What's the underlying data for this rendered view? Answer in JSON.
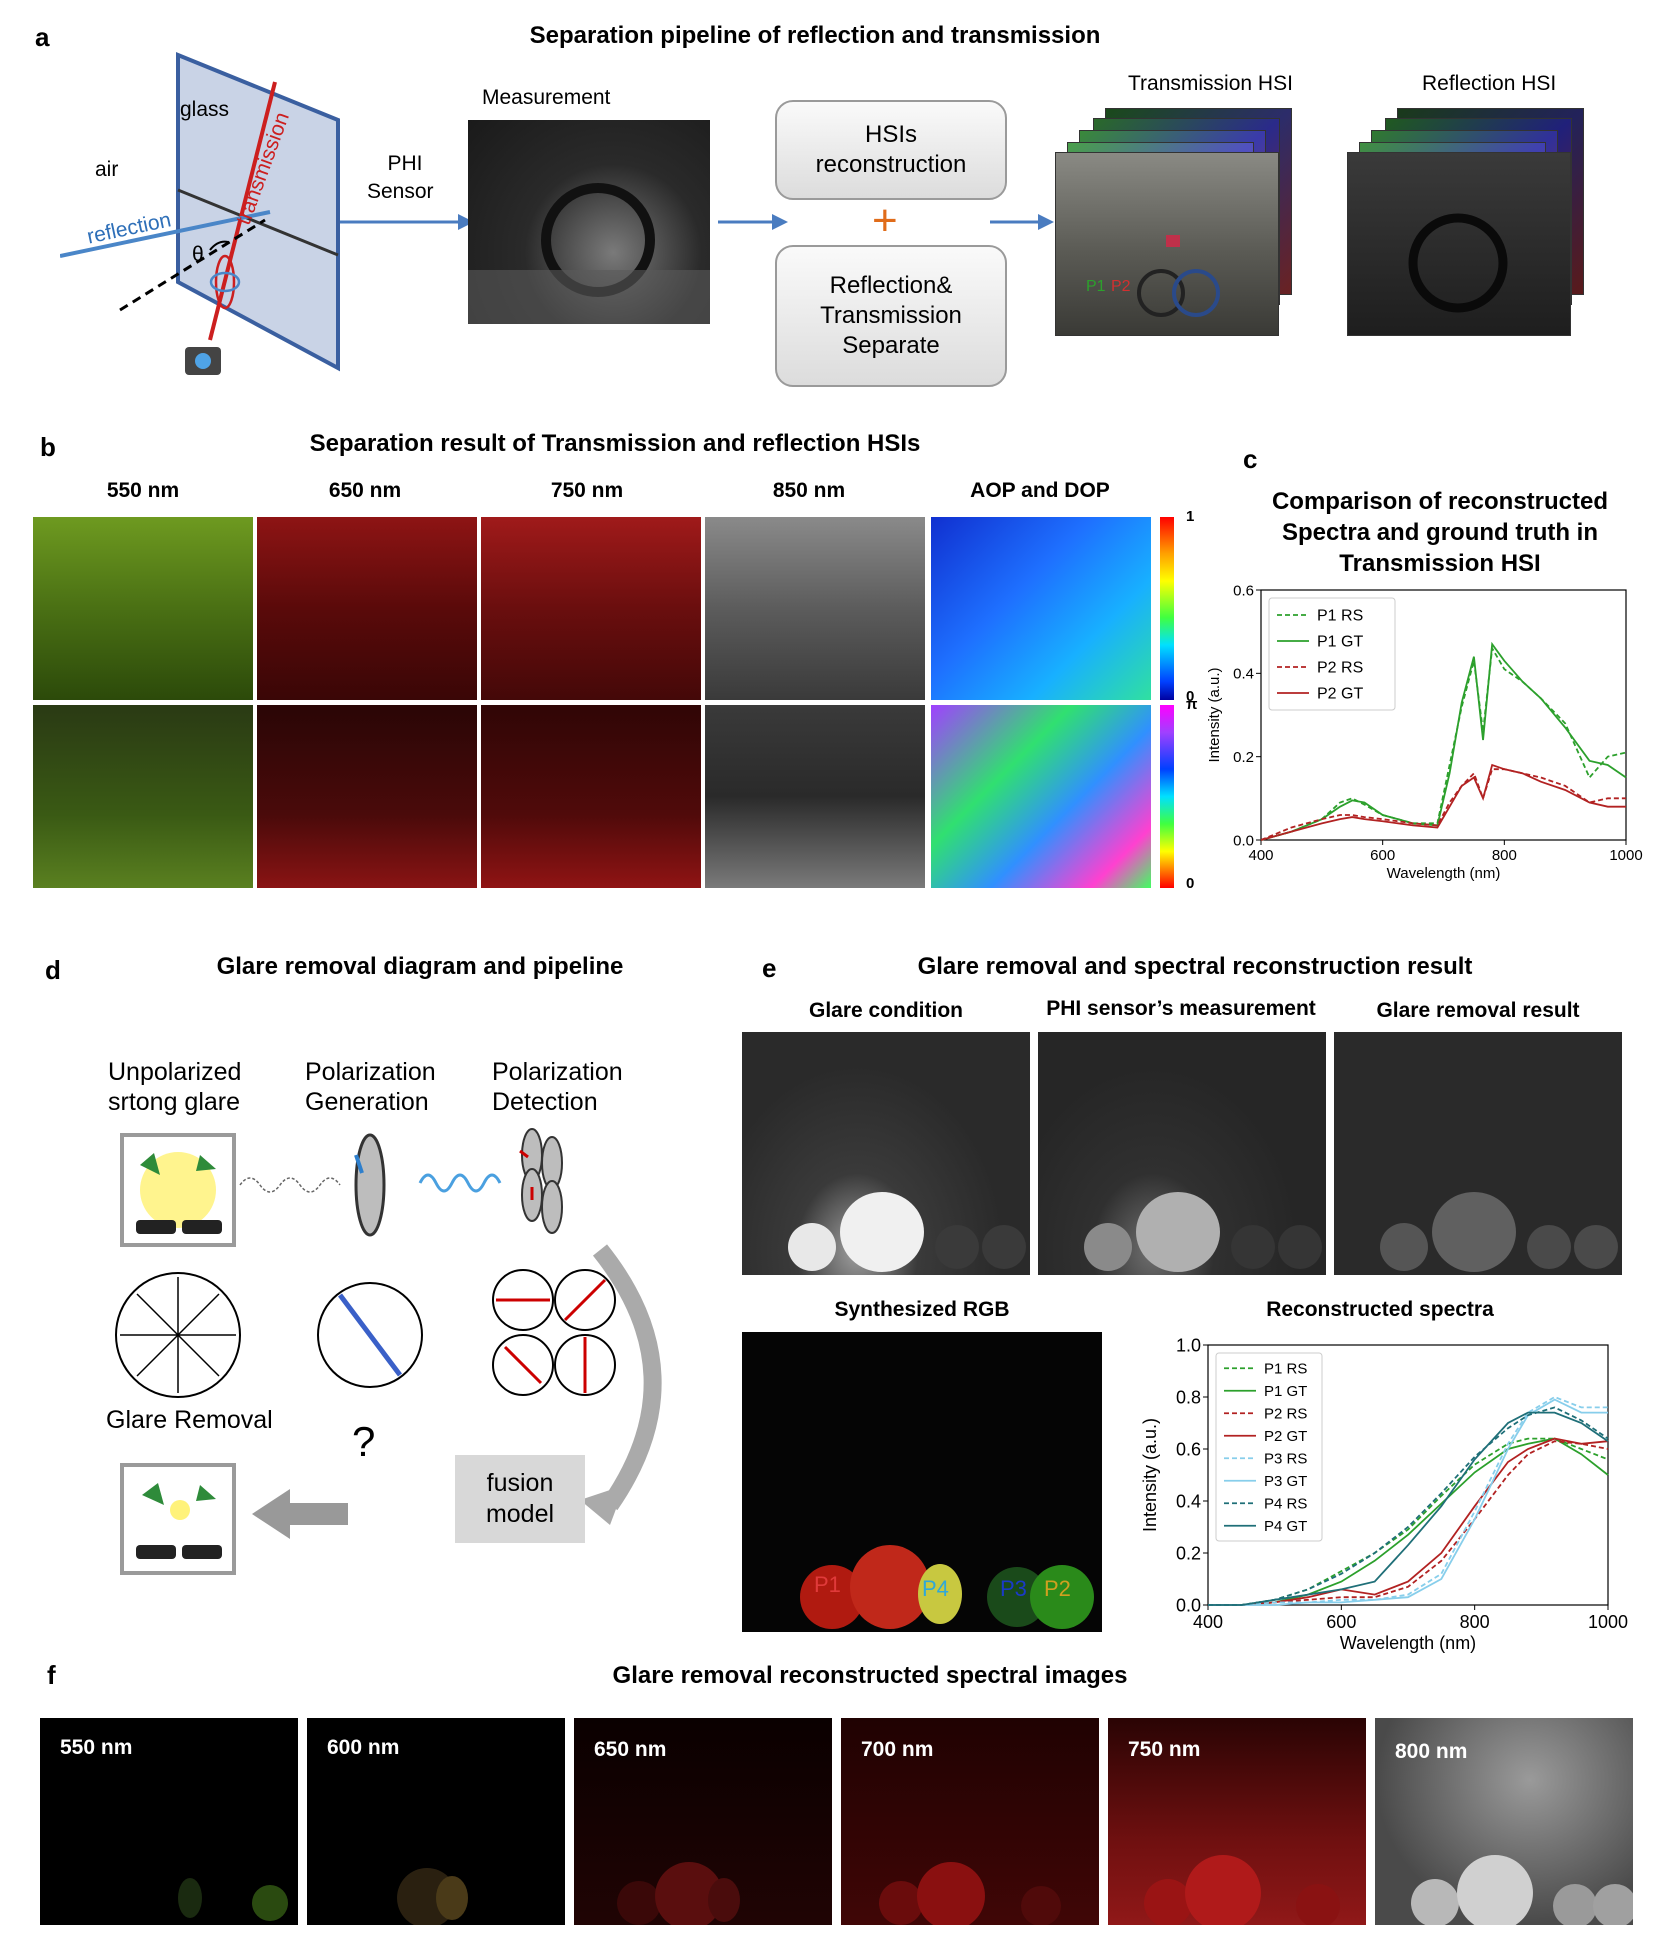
{
  "panel_a": {
    "letter": "a",
    "title": "Separation pipeline of reflection and transmission",
    "glass": "glass",
    "air": "air",
    "reflection": "reflection",
    "transmission": "transmission",
    "theta": "θ",
    "sensor_line1": "PHI",
    "sensor_line2": "Sensor",
    "measurement": "Measurement",
    "box1_line1": "HSIs",
    "box1_line2": "reconstruction",
    "plus": "+",
    "box2_line1": "Reflection&",
    "box2_line2": "Transmission",
    "box2_line3": "Separate",
    "transmission_hsi": "Transmission HSI",
    "reflection_hsi": "Reflection HSI",
    "p1": "P1",
    "p2": "P2"
  },
  "panel_b": {
    "letter": "b",
    "title": "Separation result of Transmission and reflection HSIs",
    "columns": [
      "550 nm",
      "650 nm",
      "750 nm",
      "850 nm",
      "AOP and DOP"
    ],
    "colorbar_top_max": "1",
    "colorbar_top_min": "0",
    "colorbar_bottom_max": "π",
    "colorbar_bottom_min": "0"
  },
  "panel_c": {
    "letter": "c",
    "title_line1": "Comparison of reconstructed",
    "title_line2": "Spectra and ground truth in",
    "title_line3": "Transmission HSI"
  },
  "panel_d": {
    "letter": "d",
    "title": "Glare removal diagram and pipeline",
    "col1_line1": "Unpolarized",
    "col1_line2": "srtong glare",
    "col2_line1": "Polarization",
    "col2_line2": "Generation",
    "col3_line1": "Polarization",
    "col3_line2": "Detection",
    "glare_removal": "Glare Removal",
    "question": "?",
    "fusion_line1": "fusion",
    "fusion_line2": "model"
  },
  "panel_e": {
    "letter": "e",
    "title": "Glare removal and spectral reconstruction result",
    "img1": "Glare condition",
    "img2": "PHI sensor’s measurement",
    "img3": "Glare removal result",
    "rgb": "Synthesized RGB",
    "spectra": "Reconstructed spectra",
    "points": [
      "P1",
      "P4",
      "P3",
      "P2"
    ]
  },
  "panel_f": {
    "letter": "f",
    "title": "Glare removal reconstructed spectral images",
    "bands": [
      "550 nm",
      "600 nm",
      "650 nm",
      "700 nm",
      "750 nm",
      "800 nm"
    ]
  },
  "chart_data": [
    {
      "type": "line",
      "xlabel": "Wavelength (nm)",
      "ylabel": "Intensity (a.u.)",
      "xlim": [
        400,
        1000
      ],
      "ylim": [
        0,
        0.6
      ],
      "xticks": [
        "400",
        "600",
        "800",
        "1000"
      ],
      "yticks": [
        "0.0",
        "0.2",
        "0.4",
        "0.6"
      ],
      "legend": "top-left",
      "x": [
        400,
        450,
        500,
        530,
        550,
        570,
        600,
        650,
        690,
        710,
        730,
        750,
        765,
        780,
        800,
        830,
        860,
        900,
        940,
        970,
        1000
      ],
      "series": [
        {
          "name": "P1 RS",
          "color": "#2ca02c",
          "dash": true,
          "values": [
            0.0,
            0.02,
            0.05,
            0.09,
            0.1,
            0.085,
            0.06,
            0.04,
            0.04,
            0.18,
            0.32,
            0.43,
            0.26,
            0.46,
            0.41,
            0.38,
            0.34,
            0.28,
            0.15,
            0.2,
            0.21
          ]
        },
        {
          "name": "P1 GT",
          "color": "#2ca02c",
          "dash": false,
          "values": [
            0.0,
            0.02,
            0.05,
            0.08,
            0.095,
            0.09,
            0.06,
            0.04,
            0.035,
            0.16,
            0.33,
            0.44,
            0.24,
            0.47,
            0.43,
            0.38,
            0.34,
            0.27,
            0.19,
            0.18,
            0.15
          ]
        },
        {
          "name": "P2 RS",
          "color": "#b22222",
          "dash": true,
          "values": [
            0.0,
            0.03,
            0.05,
            0.06,
            0.06,
            0.055,
            0.05,
            0.04,
            0.035,
            0.09,
            0.13,
            0.16,
            0.1,
            0.17,
            0.17,
            0.16,
            0.15,
            0.13,
            0.09,
            0.1,
            0.1
          ]
        },
        {
          "name": "P2 GT",
          "color": "#b22222",
          "dash": false,
          "values": [
            0.0,
            0.02,
            0.04,
            0.05,
            0.055,
            0.05,
            0.045,
            0.035,
            0.03,
            0.08,
            0.13,
            0.15,
            0.1,
            0.18,
            0.17,
            0.16,
            0.14,
            0.12,
            0.09,
            0.08,
            0.08
          ]
        }
      ]
    },
    {
      "type": "line",
      "xlabel": "Wavelength (nm)",
      "ylabel": "Intensity (a.u.)",
      "xlim": [
        400,
        1000
      ],
      "ylim": [
        0,
        1.0
      ],
      "xticks": [
        "400",
        "600",
        "800",
        "1000"
      ],
      "yticks": [
        "0.0",
        "0.2",
        "0.4",
        "0.6",
        "0.8",
        "1.0"
      ],
      "legend": "top-left",
      "x": [
        400,
        450,
        500,
        550,
        600,
        650,
        700,
        750,
        800,
        850,
        880,
        920,
        960,
        1000
      ],
      "series": [
        {
          "name": "P1 RS",
          "color": "#2ca02c",
          "dash": true,
          "values": [
            0.0,
            0.0,
            0.02,
            0.06,
            0.13,
            0.2,
            0.29,
            0.42,
            0.54,
            0.62,
            0.64,
            0.64,
            0.6,
            0.56
          ]
        },
        {
          "name": "P1 GT",
          "color": "#2ca02c",
          "dash": false,
          "values": [
            0.0,
            0.0,
            0.01,
            0.04,
            0.09,
            0.17,
            0.27,
            0.39,
            0.51,
            0.6,
            0.62,
            0.64,
            0.58,
            0.5
          ]
        },
        {
          "name": "P2 RS",
          "color": "#b22222",
          "dash": true,
          "values": [
            0.0,
            0.0,
            0.01,
            0.02,
            0.03,
            0.03,
            0.07,
            0.17,
            0.33,
            0.5,
            0.58,
            0.63,
            0.62,
            0.6
          ]
        },
        {
          "name": "P2 GT",
          "color": "#b22222",
          "dash": false,
          "values": [
            0.0,
            0.0,
            0.01,
            0.03,
            0.06,
            0.04,
            0.09,
            0.2,
            0.38,
            0.55,
            0.6,
            0.64,
            0.62,
            0.63
          ]
        },
        {
          "name": "P3 RS",
          "color": "#87ceeb",
          "dash": true,
          "values": [
            0.0,
            0.0,
            0.01,
            0.01,
            0.02,
            0.02,
            0.04,
            0.12,
            0.36,
            0.62,
            0.74,
            0.8,
            0.76,
            0.76
          ]
        },
        {
          "name": "P3 GT",
          "color": "#87ceeb",
          "dash": false,
          "values": [
            0.0,
            0.0,
            0.0,
            0.01,
            0.01,
            0.02,
            0.03,
            0.1,
            0.33,
            0.6,
            0.73,
            0.79,
            0.74,
            0.74
          ]
        },
        {
          "name": "P4 RS",
          "color": "#1f6f78",
          "dash": true,
          "values": [
            0.0,
            0.0,
            0.02,
            0.06,
            0.12,
            0.2,
            0.3,
            0.43,
            0.57,
            0.68,
            0.73,
            0.76,
            0.71,
            0.64
          ]
        },
        {
          "name": "P4 GT",
          "color": "#1f6f78",
          "dash": false,
          "values": [
            0.0,
            0.0,
            0.02,
            0.04,
            0.06,
            0.09,
            0.23,
            0.38,
            0.56,
            0.7,
            0.74,
            0.74,
            0.7,
            0.63
          ]
        }
      ]
    }
  ]
}
